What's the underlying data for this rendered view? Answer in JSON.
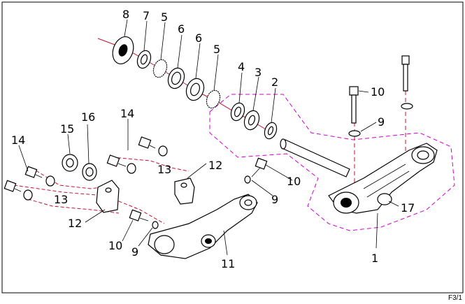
{
  "diagram": {
    "callouts": [
      "1",
      "2",
      "3",
      "4",
      "5",
      "5",
      "6",
      "6",
      "7",
      "8",
      "9",
      "9",
      "9",
      "10",
      "10",
      "10",
      "11",
      "12",
      "12",
      "13",
      "13",
      "14",
      "14",
      "15",
      "16",
      "17"
    ],
    "page_ref": "F3/1",
    "colors": {
      "line": "#000000",
      "red_guide": "#c8102e",
      "magenta_outline": "#cc00cc",
      "background": "#ffffff"
    }
  }
}
